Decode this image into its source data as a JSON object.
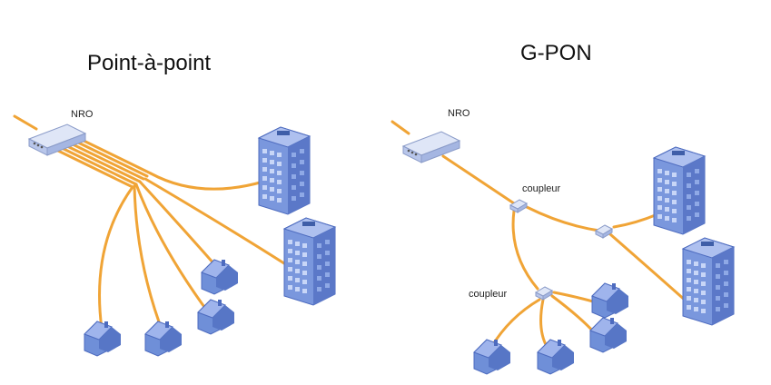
{
  "diagrams": {
    "left": {
      "title": "Point-à-point",
      "nro_label": "NRO"
    },
    "right": {
      "title": "G-PON",
      "nro_label": "NRO",
      "coupler_label_1": "coupleur",
      "coupler_label_2": "coupleur"
    }
  },
  "colors": {
    "fiber": "#f0a436",
    "building": "#6f8fd8",
    "house": "#6f8fd8",
    "device": "#c9d4ef"
  },
  "icons": [
    "nro-device-icon",
    "coupler-icon",
    "building-icon",
    "house-icon"
  ]
}
